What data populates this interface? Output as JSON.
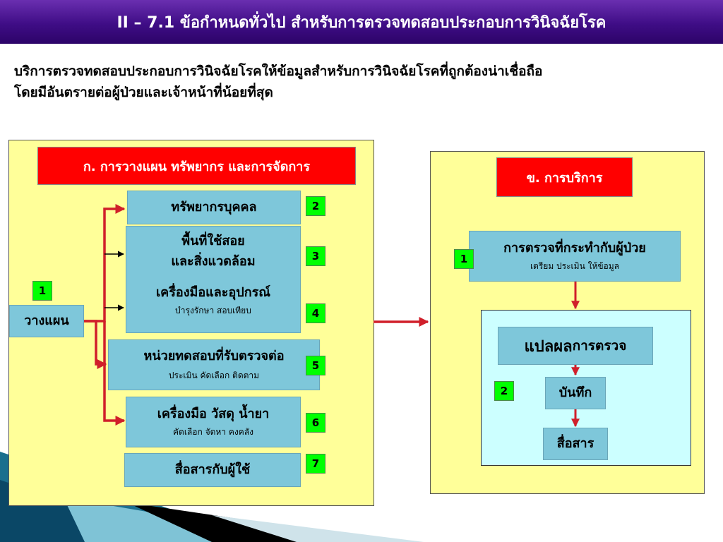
{
  "header": {
    "title": "II – 7.1 ข้อกำหนดทั่วไป สำหรับการตรวจทดสอบประกอบการวินิจฉัยโรค"
  },
  "intro": {
    "line1": "บริการตรวจทดสอบประกอบการวินิจฉัยโรคให้ข้อมูลสำหรับการวินิจฉัยโรคที่ถูกต้องน่าเชื่อถือ",
    "line2": "โดยมีอันตรายต่อผู้ป่วยและเจ้าหน้าที่น้อยที่สุด"
  },
  "left_panel": {
    "heading": "ก. การวางแผน ทรัพยากร และการจัดการ",
    "plan": {
      "label": "วางแผน",
      "badge": "1"
    },
    "items": [
      {
        "title": "ทรัพยากรบุคคล",
        "badge": "2"
      },
      {
        "title1": "พื้นที่ใช้สอย",
        "title2": "และสิ่งแวดล้อม",
        "badge": "3"
      },
      {
        "title": "เครื่องมือและอุปกรณ์",
        "sub": "บำรุงรักษา สอบเทียบ",
        "badge": "4"
      },
      {
        "title": "หน่วยทดสอบที่รับตรวจต่อ",
        "sub": "ประเมิน คัดเลือก ติดตาม",
        "badge": "5"
      },
      {
        "title": "เครื่องมือ วัสดุ น้ำยา",
        "sub": "คัดเลือก จัดหา คงคลัง",
        "badge": "6"
      },
      {
        "title": "สื่อสารกับผู้ใช้",
        "badge": "7"
      }
    ]
  },
  "right_panel": {
    "heading": "ข. การบริการ",
    "exam": {
      "title": "การตรวจที่กระทำกับผู้ป่วย",
      "sub": "เตรียม ประเมิน ให้ข้อมูล",
      "badge": "1"
    },
    "interpret": {
      "label1": "แปลผล",
      "label2": "การตรวจ"
    },
    "record": {
      "label": "บันทึก",
      "badge": "2"
    },
    "communicate": {
      "label": "สื่อสาร"
    }
  },
  "colors": {
    "header": "#3f0d86",
    "red": "#ff0000",
    "blue": "#7ec7da",
    "yellow": "#ffff99",
    "green": "#00ff00",
    "cyan": "#ccffff",
    "arrow": "#d01f2a"
  }
}
